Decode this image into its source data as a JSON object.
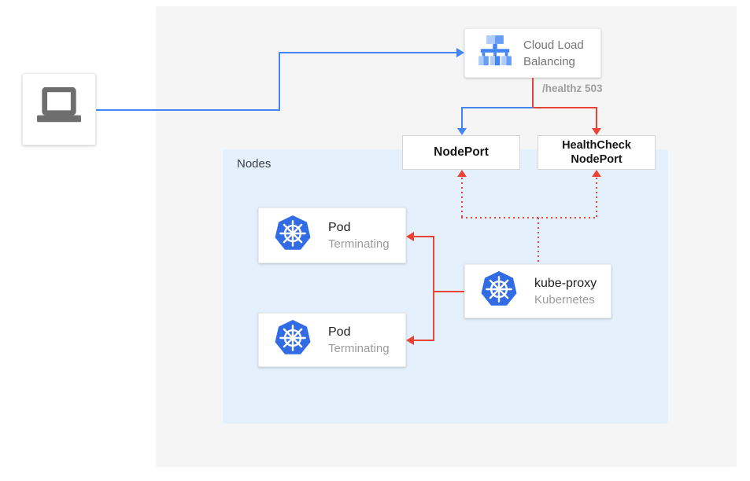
{
  "diagram": {
    "title_colors": {
      "blue": "#4285F4",
      "red": "#EA4335",
      "kubernetes_blue": "#326CE5",
      "nodes_panel_bg": "#E4F0FC",
      "outer_panel_bg": "#F5F5F5"
    },
    "load_balancer": {
      "label": "Cloud Load Balancing"
    },
    "health_check_path": "/healthz 503",
    "nodes_panel": {
      "label": "Nodes"
    },
    "node_port": {
      "label": "NodePort"
    },
    "health_check_node_port": {
      "label": "HealthCheck NodePort"
    },
    "pods": [
      {
        "title": "Pod",
        "status": "Terminating"
      },
      {
        "title": "Pod",
        "status": "Terminating"
      }
    ],
    "kube_proxy": {
      "title": "kube-proxy",
      "subtitle": "Kubernetes"
    }
  }
}
